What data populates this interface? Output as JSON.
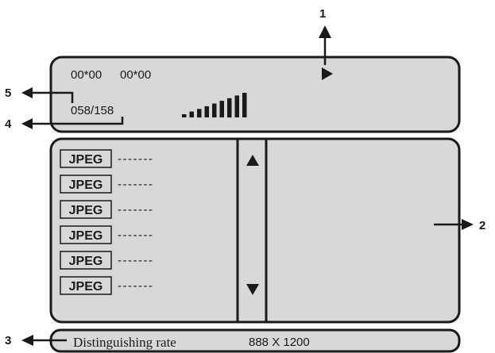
{
  "callouts": {
    "c1": "1",
    "c2": "2",
    "c3": "3",
    "c4": "4",
    "c5": "5"
  },
  "top_panel": {
    "time_left": "00*00",
    "time_right": "00*00",
    "play_icon": "play-icon",
    "track_counter": "058/158",
    "signal_icon": "signal-strength-icon",
    "signal_bars": 9
  },
  "file_list": {
    "items": [
      {
        "format": "JPEG",
        "name": "-------"
      },
      {
        "format": "JPEG",
        "name": "-------"
      },
      {
        "format": "JPEG",
        "name": "-------"
      },
      {
        "format": "JPEG",
        "name": "-------"
      },
      {
        "format": "JPEG",
        "name": "-------"
      },
      {
        "format": "JPEG",
        "name": "-------"
      }
    ],
    "scroll_up_icon": "triangle-up-icon",
    "scroll_down_icon": "triangle-down-icon"
  },
  "status_bar": {
    "label": "Distinguishing rate",
    "value": "888 X 1200"
  },
  "colors": {
    "panel_fill": "#d8d8d8",
    "stroke": "#1a1a1a",
    "background": "#ffffff"
  }
}
